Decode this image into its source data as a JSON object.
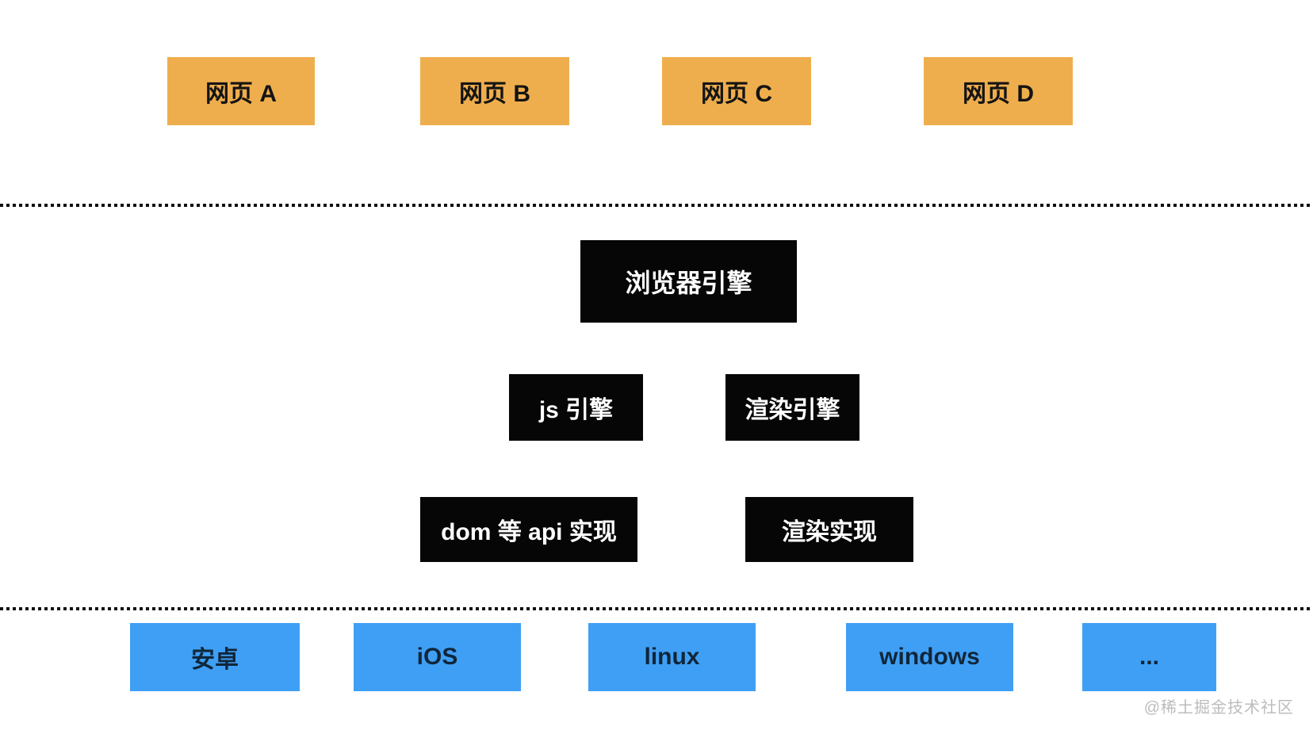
{
  "diagram": {
    "description": "browser-architecture-diagram",
    "web_pages": [
      {
        "label": "网页 A"
      },
      {
        "label": "网页 B"
      },
      {
        "label": "网页 C"
      },
      {
        "label": "网页 D"
      }
    ],
    "browser_engine": {
      "label": "浏览器引擎"
    },
    "sub_engines": [
      {
        "label": "js 引擎"
      },
      {
        "label": "渲染引擎"
      }
    ],
    "implementations": [
      {
        "label": "dom 等 api 实现"
      },
      {
        "label": "渲染实现"
      }
    ],
    "platforms": [
      {
        "label": "安卓"
      },
      {
        "label": "iOS"
      },
      {
        "label": "linux"
      },
      {
        "label": "windows"
      },
      {
        "label": "..."
      }
    ],
    "watermark": "@稀土掘金技术社区",
    "colors": {
      "web_page_fill": "#efae4d",
      "engine_fill": "#060606",
      "engine_text": "#ffffff",
      "platform_fill": "#3f9ff4",
      "box_text": "#141414",
      "watermark_text": "#bcbcbc",
      "separator_dots": "#111111",
      "background": "#ffffff"
    }
  }
}
